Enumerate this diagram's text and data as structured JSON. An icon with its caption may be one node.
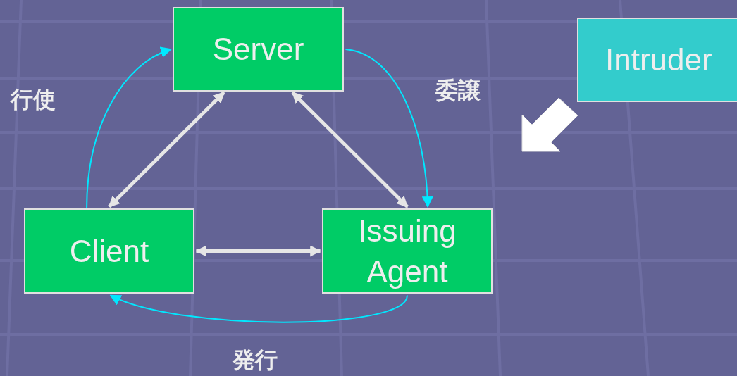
{
  "diagram": {
    "nodes": [
      {
        "text": [
          "Server"
        ]
      },
      {
        "text": [
          "Client"
        ]
      },
      {
        "text": [
          "Issuing Agent"
        ]
      },
      {
        "text": [
          "Intruder"
        ]
      }
    ],
    "edges": [
      {
        "from": 0,
        "to": 1,
        "arrow": "both",
        "style": "thick"
      },
      {
        "from": 0,
        "to": 2,
        "arrow": "both",
        "style": "thick"
      },
      {
        "from": 1,
        "to": 2,
        "arrow": "both",
        "style": "thick"
      },
      {
        "from": 1,
        "to": 0,
        "arrow": "to",
        "label": "行使",
        "color": "#00e8ff"
      },
      {
        "from": 0,
        "to": 2,
        "arrow": "to",
        "label": "委譲",
        "color": "#00e8ff"
      },
      {
        "from": 2,
        "to": 1,
        "arrow": "to",
        "label": "発行",
        "color": "#00e8ff"
      },
      {
        "from": 3,
        "to": null,
        "arrow": "to"
      }
    ]
  }
}
